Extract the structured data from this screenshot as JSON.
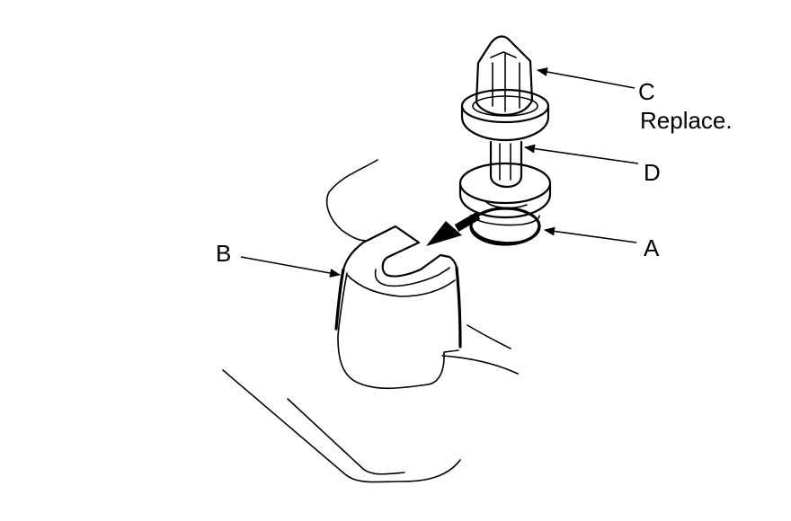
{
  "callouts": {
    "a": {
      "letter": "A"
    },
    "b": {
      "letter": "B"
    },
    "c": {
      "letter": "C",
      "note": "Replace."
    },
    "d": {
      "letter": "D"
    }
  }
}
